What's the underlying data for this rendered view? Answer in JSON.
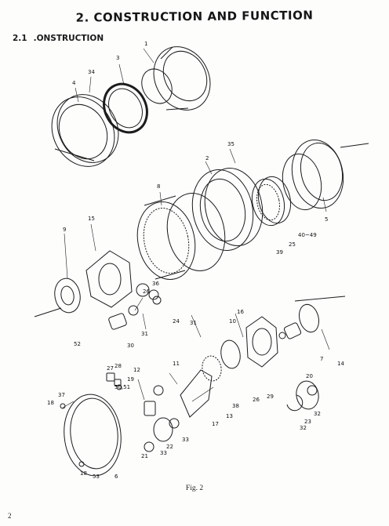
{
  "header": {
    "title": "2. CONSTRUCTION AND FUNCTION",
    "section_number": "2.1",
    "section_title": ".ONSTRUCTION"
  },
  "figure": {
    "caption": "Fig. 2",
    "callouts": [
      "1",
      "2",
      "3",
      "4",
      "5",
      "6",
      "7",
      "8",
      "9",
      "10",
      "11",
      "12",
      "13",
      "14",
      "15",
      "16",
      "17",
      "18",
      "18",
      "19",
      "20",
      "21",
      "22",
      "23",
      "24",
      "25",
      "26",
      "26",
      "27",
      "28",
      "29",
      "30",
      "31",
      "31",
      "32",
      "32",
      "33",
      "33",
      "34",
      "35",
      "36",
      "37",
      "38",
      "39",
      "40~49",
      "50,51",
      "52",
      "53"
    ]
  },
  "footer": {
    "page_number": "2"
  }
}
